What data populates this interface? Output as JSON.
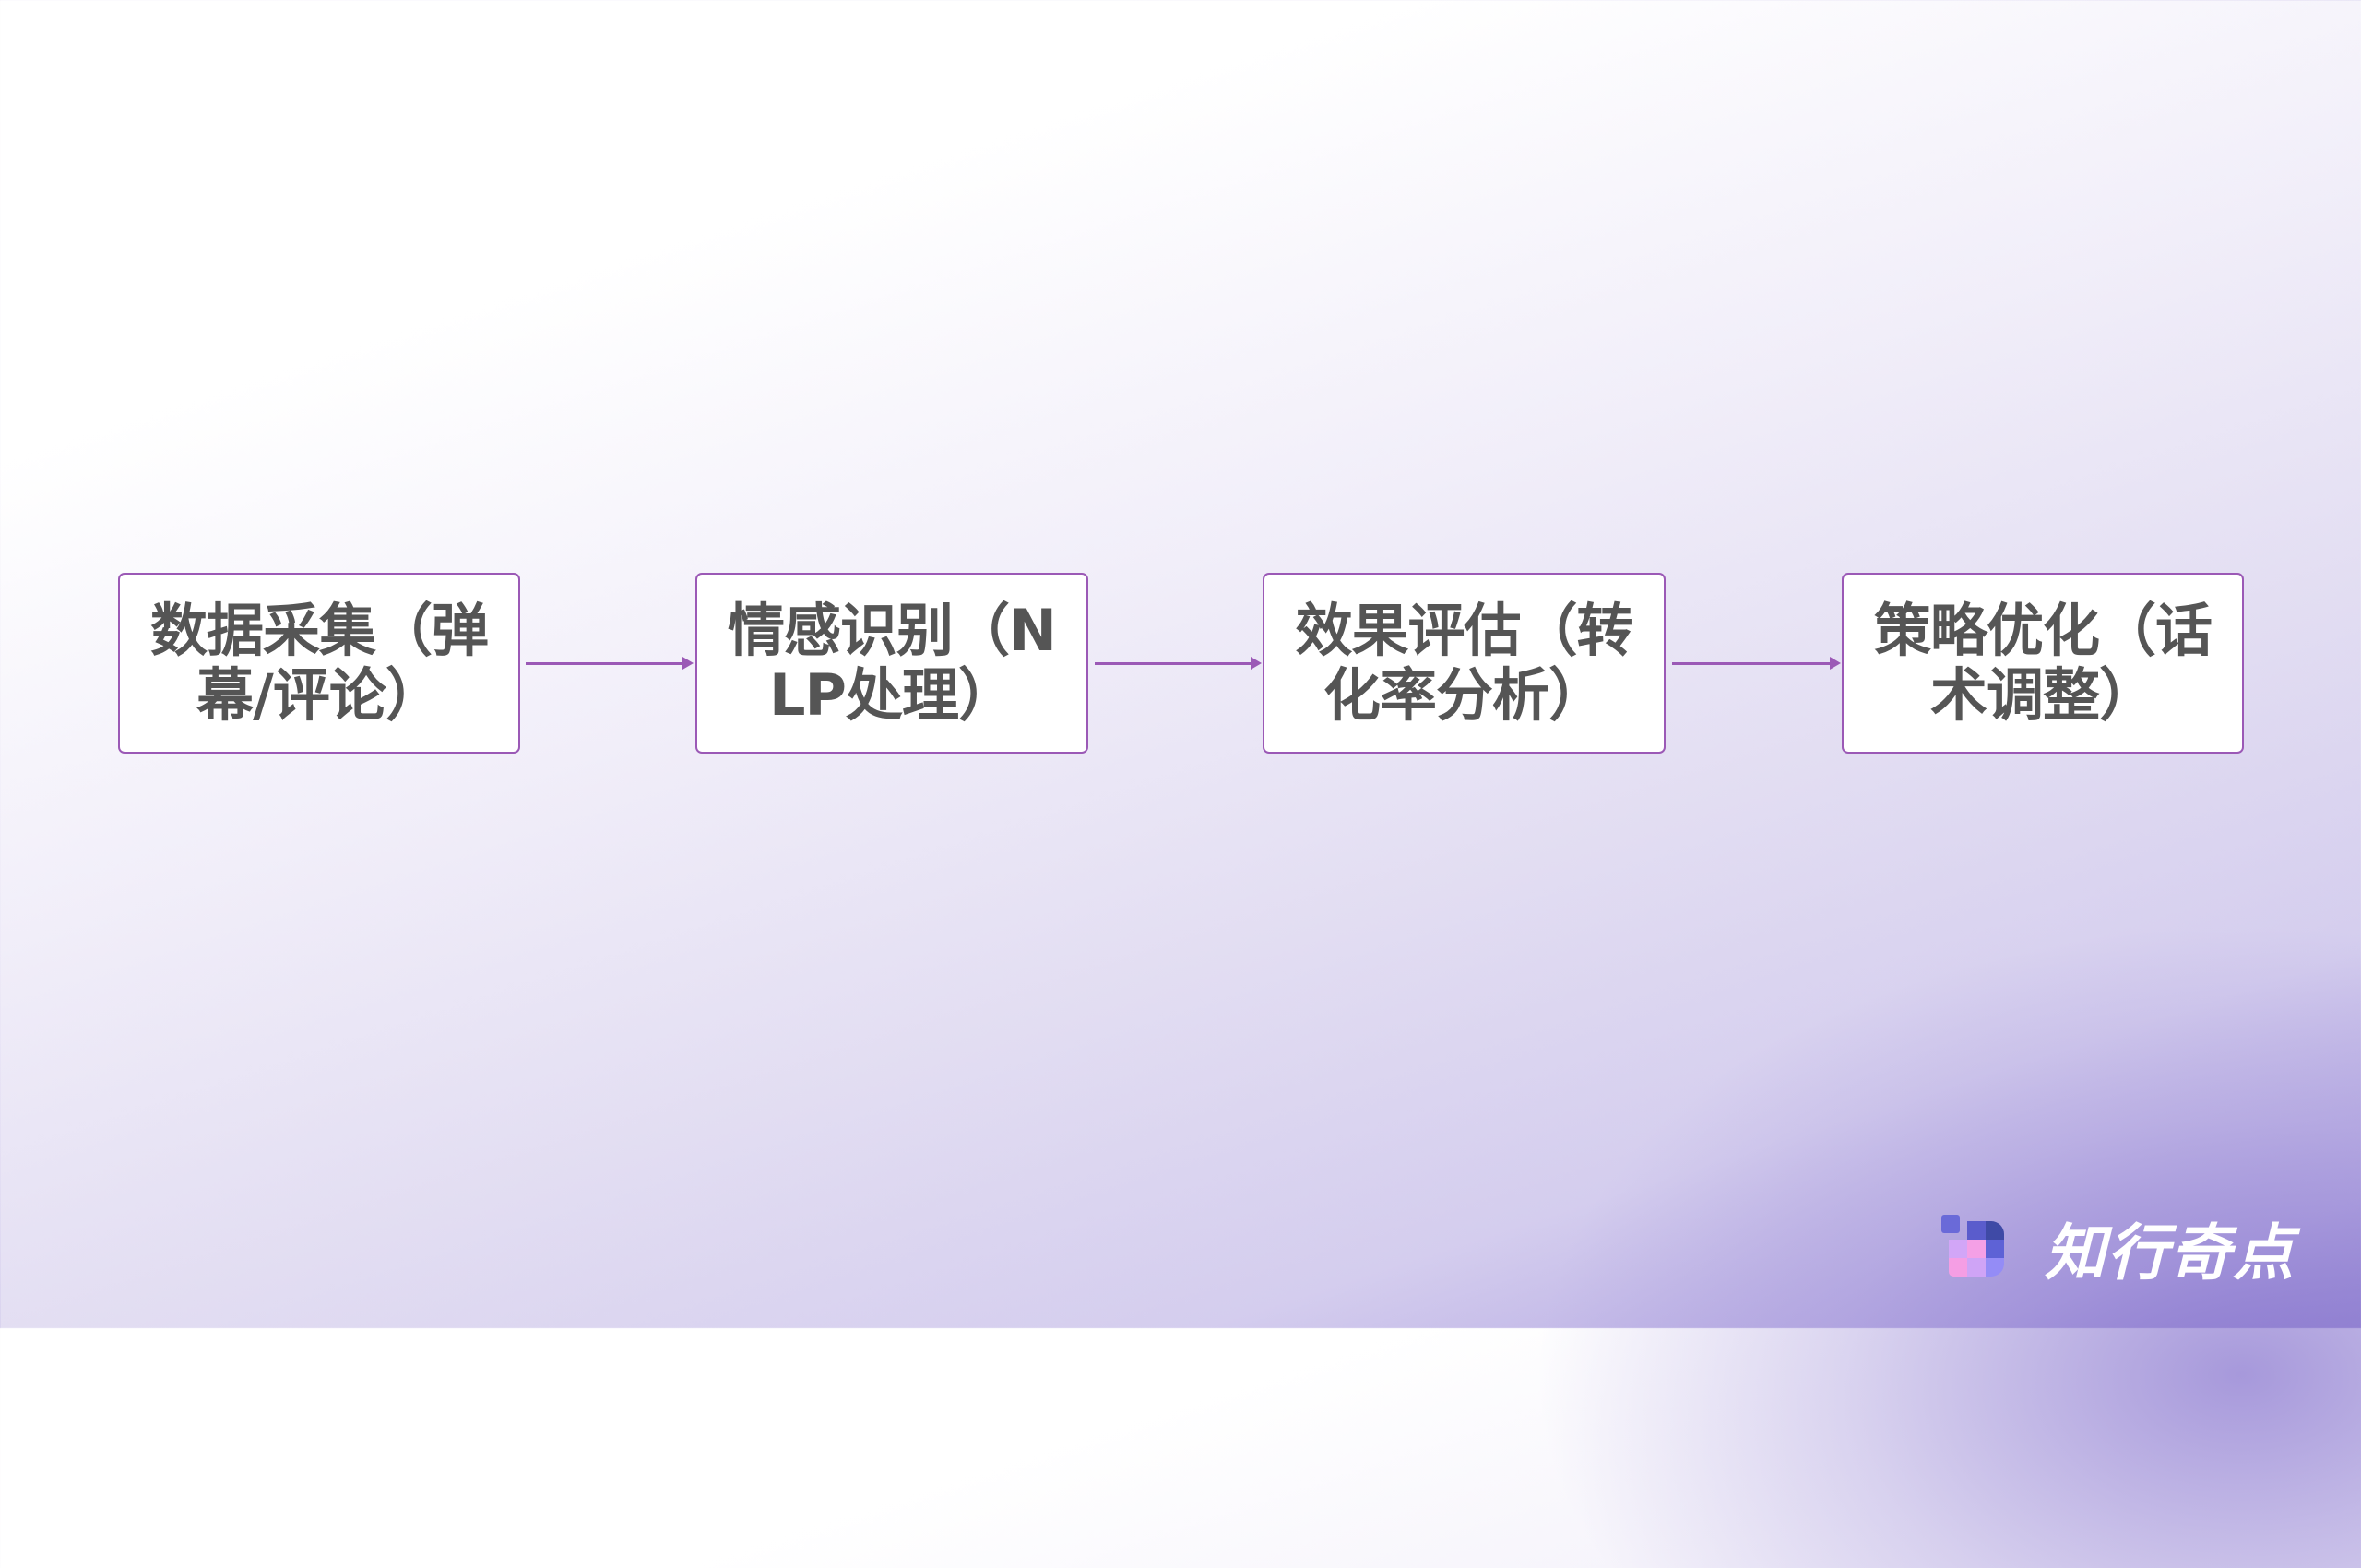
{
  "diagram": {
    "type": "flowchart",
    "direction": "left-to-right",
    "steps": [
      {
        "label": "数据采集（弹幕/评论）"
      },
      {
        "label": "情感识别（NLP处理）"
      },
      {
        "label": "效果评估（转化率分析）"
      },
      {
        "label": "策略优化（话术调整）"
      }
    ],
    "edges": [
      {
        "from": 0,
        "to": 1
      },
      {
        "from": 1,
        "to": 2
      },
      {
        "from": 2,
        "to": 3
      }
    ]
  },
  "branding": {
    "logo_text": "知行奇点",
    "logo_icon": "pixel-grid-logo-icon"
  },
  "colors": {
    "accent": "#9b59b6",
    "text": "#555555",
    "box_bg": "#ffffff",
    "bg_start": "#ffffff",
    "bg_end": "#9384d2"
  }
}
